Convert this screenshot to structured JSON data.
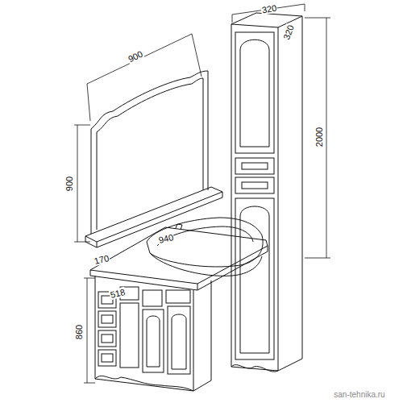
{
  "diagram": {
    "labels": [
      "900",
      "320",
      "320",
      "2000",
      "900",
      "940",
      "170",
      "518",
      "860",
      "san-tehnika.ru"
    ]
  }
}
